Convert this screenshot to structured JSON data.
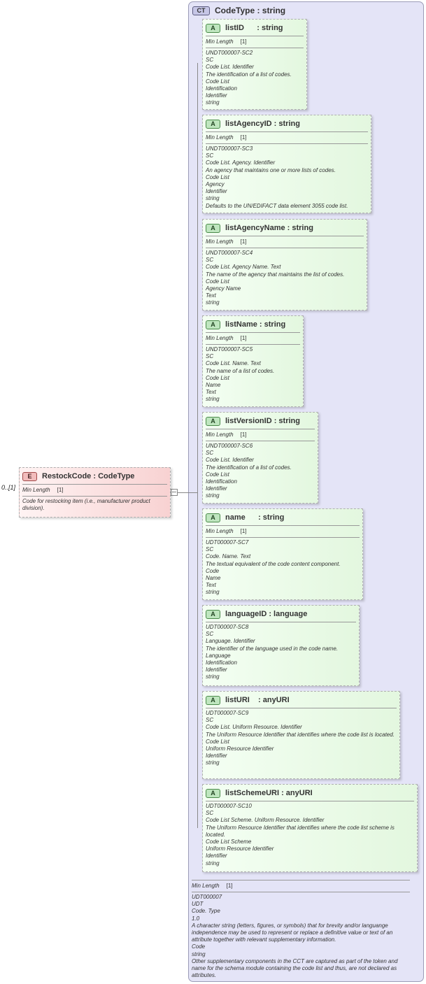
{
  "complex_type": {
    "badge": "CT",
    "title": "CodeType : string",
    "footer": {
      "facet_label": "Min Length",
      "facet_value": "[1]",
      "doc": [
        "UDT000007",
        "UDT",
        "Code. Type",
        "1.0",
        "A character string (letters, figures, or symbols) that for brevity and/or languange independence may be used to represent or replace a definitive value or text of an attribute together with relevant supplementary information.",
        "Code",
        "string",
        "Other supplementary components in the CCT are captured as part of the token and name for the schema module containing the code list and thus, are not declared as attributes."
      ]
    }
  },
  "element": {
    "badge": "E",
    "name": "RestockCode : CodeType",
    "occurs": "0..[1]",
    "facet_label": "Min Length",
    "facet_value": "[1]",
    "doc": "Code for restocking item (i.e., manufacturer product division)."
  },
  "attributes": [
    {
      "badge": "A",
      "name": "listID      : string",
      "facet_label": "Min Length",
      "facet_value": "[1]",
      "doc": [
        "UNDT000007-SC2",
        "SC",
        "Code List. Identifier",
        "The identification of a list of codes.",
        "Code List",
        "Identification",
        "Identifier",
        "string"
      ]
    },
    {
      "badge": "A",
      "name": "listAgencyID : string",
      "facet_label": "Min Length",
      "facet_value": "[1]",
      "doc": [
        "UNDT000007-SC3",
        "SC",
        "Code List. Agency. Identifier",
        "An agency that maintains one or more lists of codes.",
        "Code List",
        "Agency",
        "Identifier",
        "string",
        "Defaults to the UN/EDIFACT data element 3055 code list."
      ]
    },
    {
      "badge": "A",
      "name": "listAgencyName : string",
      "facet_label": "Min Length",
      "facet_value": "[1]",
      "doc": [
        "UNDT000007-SC4",
        "SC",
        "Code List. Agency Name. Text",
        "The name of the agency that maintains the list of codes.",
        "Code List",
        "Agency Name",
        "Text",
        "string"
      ]
    },
    {
      "badge": "A",
      "name": "listName : string",
      "facet_label": "Min Length",
      "facet_value": "[1]",
      "doc": [
        "UNDT000007-SC5",
        "SC",
        "Code List. Name. Text",
        "The name of a list of codes.",
        "Code List",
        "Name",
        "Text",
        "string"
      ]
    },
    {
      "badge": "A",
      "name": "listVersionID : string",
      "facet_label": "Min Length",
      "facet_value": "[1]",
      "doc": [
        "UNDT000007-SC6",
        "SC",
        "Code List. Identifier",
        "The identification of a list of codes.",
        "Code List",
        "Identification",
        "Identifier",
        "string"
      ]
    },
    {
      "badge": "A",
      "name": "name      : string",
      "facet_label": "Min Length",
      "facet_value": "[1]",
      "doc": [
        "UDT000007-SC7",
        "SC",
        "Code. Name. Text",
        "The textual equivalent of the code content component.",
        "Code",
        "Name",
        "Text",
        "string"
      ]
    },
    {
      "badge": "A",
      "name": "languageID : language",
      "doc": [
        "UDT000007-SC8",
        "SC",
        "Language. Identifier",
        "The identifier of the language used in the code name.",
        "Language",
        "Identification",
        "Identifier",
        "string"
      ]
    },
    {
      "badge": "A",
      "name": "listURI    : anyURI",
      "doc": [
        "UDT000007-SC9",
        "SC",
        "Code List. Uniform Resource. Identifier",
        "The Uniform Resource Identifier that identifies where the code list is located.",
        "Code List",
        "Uniform Resource Identifier",
        "Identifier",
        "string"
      ]
    },
    {
      "badge": "A",
      "name": "listSchemeURI : anyURI",
      "doc": [
        "UDT000007-SC10",
        "SC",
        "Code List Scheme. Uniform Resource. Identifier",
        "The Uniform Resource Identifier that identifies where the code list scheme is located.",
        "Code List Scheme",
        "Uniform Resource Identifier",
        "Identifier",
        "string"
      ]
    }
  ]
}
